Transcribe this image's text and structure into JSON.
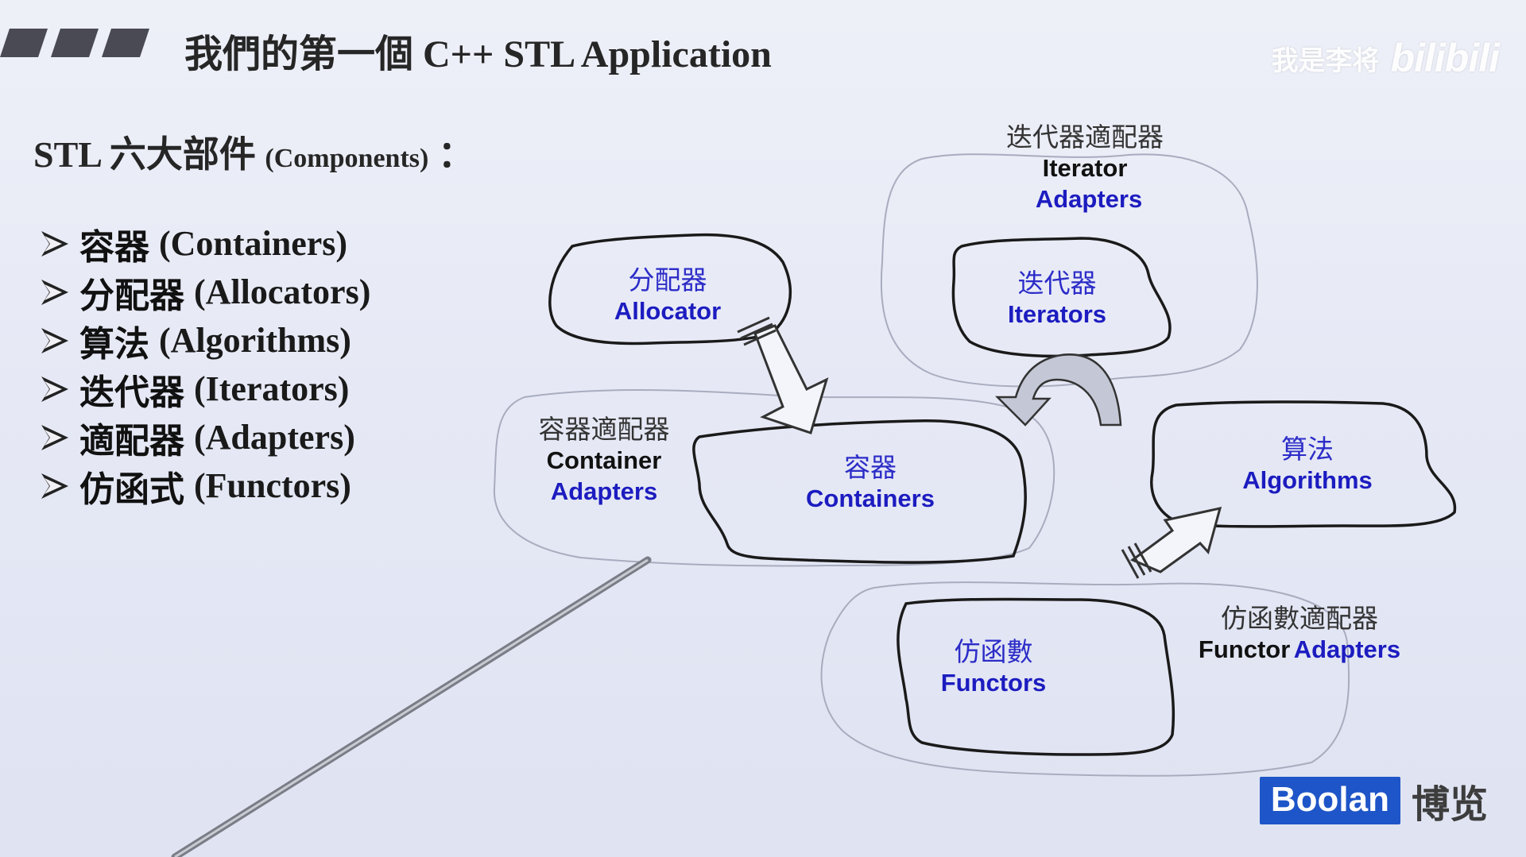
{
  "header": {
    "title": "我們的第一個 C++ STL Application"
  },
  "section": {
    "heading_main": "STL 六大部件",
    "heading_paren": "(Components)",
    "heading_colon": "："
  },
  "components": [
    {
      "zh": "容器",
      "en": "(Containers)"
    },
    {
      "zh": "分配器",
      "en": "(Allocators)"
    },
    {
      "zh": "算法",
      "en": "(Algorithms)"
    },
    {
      "zh": "迭代器",
      "en": "(Iterators)"
    },
    {
      "zh": "適配器",
      "en": "(Adapters)"
    },
    {
      "zh": "仿函式",
      "en": "(Functors)"
    }
  ],
  "diagram": {
    "allocator": {
      "zh": "分配器",
      "en": "Allocator"
    },
    "containers": {
      "zh": "容器",
      "en": "Containers"
    },
    "container_adapters": {
      "zh": "容器適配器",
      "en_line1": "Container",
      "en_line2": "Adapters"
    },
    "iterators": {
      "zh": "迭代器",
      "en": "Iterators"
    },
    "iterator_adapters": {
      "zh": "迭代器適配器",
      "en_line1": "Iterator",
      "en_line2": "Adapters"
    },
    "algorithms": {
      "zh": "算法",
      "en": "Algorithms"
    },
    "functors": {
      "zh": "仿函數",
      "en": "Functors"
    },
    "functor_adapters": {
      "zh": "仿函數適配器",
      "en_black": "Functor",
      "en_blue": "Adapters"
    }
  },
  "watermark": {
    "text": "我是李将",
    "logo": "bilibili"
  },
  "brand": {
    "name": "Boolan",
    "name_zh": "博览"
  },
  "colors": {
    "label_blue": "#1c1cc0",
    "brand_blue": "#1e55c8"
  }
}
